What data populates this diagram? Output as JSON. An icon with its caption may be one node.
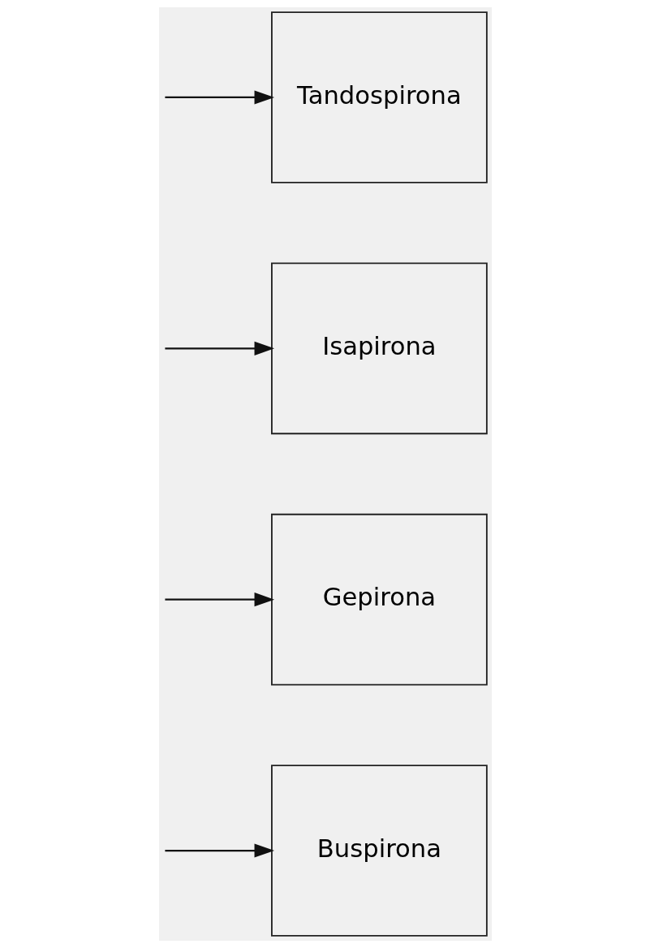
{
  "diagram": {
    "nodes": [
      {
        "text": [
          "Buspirona"
        ]
      },
      {
        "text": [
          "Gepirona"
        ]
      },
      {
        "text": [
          "Isapirona"
        ]
      },
      {
        "text": [
          "Tandospirona"
        ]
      }
    ],
    "edges": [
      {
        "from": null,
        "to": 0,
        "arrow": "to"
      },
      {
        "from": null,
        "to": 1,
        "arrow": "to"
      },
      {
        "from": null,
        "to": 2,
        "arrow": "to"
      },
      {
        "from": null,
        "to": 3,
        "arrow": "to"
      }
    ]
  }
}
